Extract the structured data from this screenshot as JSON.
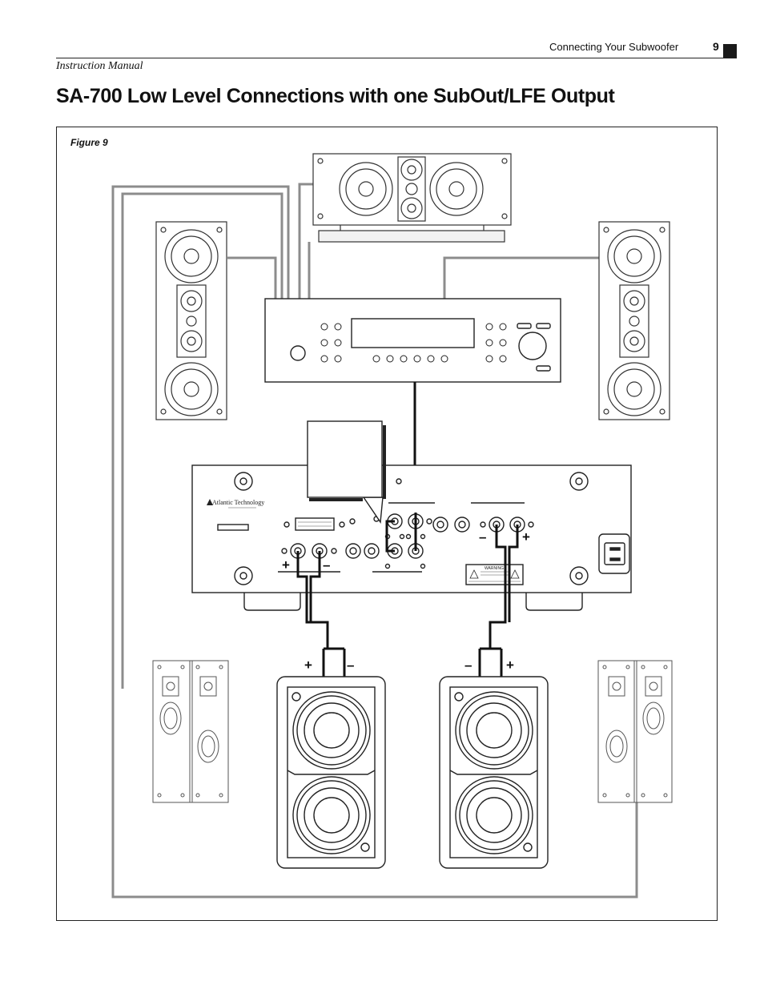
{
  "header": {
    "section_title": "Connecting Your Subwoofer",
    "page_number": "9",
    "manual_label": "Instruction Manual"
  },
  "page_title": "SA-700 Low Level Connections with one SubOut/LFE Output",
  "figure": {
    "label": "Figure 9",
    "amp_brand": "Atlantic Technology",
    "warning_label": "WARNING",
    "terminal_plus": "+",
    "terminal_minus": "–"
  }
}
